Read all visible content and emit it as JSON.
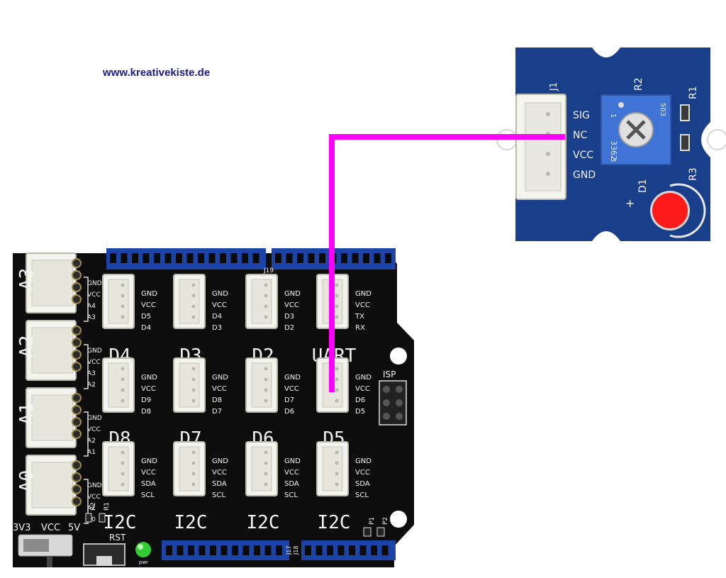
{
  "website": "www.kreativekiste.de",
  "module": {
    "connector": "J1",
    "pins": [
      "SIG",
      "NC",
      "VCC",
      "GND"
    ],
    "pot": {
      "ref": "R2",
      "code1": "3362",
      "code2": "1",
      "code3": "3",
      "code4": "503"
    },
    "resistors": [
      "R1",
      "R3"
    ],
    "led": {
      "ref": "D1",
      "plus": "+"
    }
  },
  "shield": {
    "analog_ports": [
      {
        "name": "A3",
        "pins": [
          "GND",
          "VCC",
          "A4",
          "A3"
        ]
      },
      {
        "name": "A2",
        "pins": [
          "GND",
          "VCC",
          "A3",
          "A2"
        ]
      },
      {
        "name": "A1",
        "pins": [
          "GND",
          "VCC",
          "A2",
          "A1"
        ]
      },
      {
        "name": "A0",
        "pins": [
          "GND",
          "VCC",
          "A1",
          "A0"
        ]
      }
    ],
    "rows": [
      [
        {
          "name": "D4",
          "pins": [
            "GND",
            "VCC",
            "D5",
            "D4"
          ]
        },
        {
          "name": "D3",
          "pins": [
            "GND",
            "VCC",
            "D4",
            "D3"
          ]
        },
        {
          "name": "D2",
          "pins": [
            "GND",
            "VCC",
            "D3",
            "D2"
          ]
        },
        {
          "name": "UART",
          "pins": [
            "GND",
            "VCC",
            "TX",
            "RX"
          ]
        }
      ],
      [
        {
          "name": "D8",
          "pins": [
            "GND",
            "VCC",
            "D9",
            "D8"
          ]
        },
        {
          "name": "D7",
          "pins": [
            "GND",
            "VCC",
            "D8",
            "D7"
          ]
        },
        {
          "name": "D6",
          "pins": [
            "GND",
            "VCC",
            "D7",
            "D6"
          ]
        },
        {
          "name": "D5",
          "pins": [
            "GND",
            "VCC",
            "D6",
            "D5"
          ]
        }
      ],
      [
        {
          "name": "I2C",
          "pins": [
            "GND",
            "VCC",
            "SDA",
            "SCL"
          ]
        },
        {
          "name": "I2C",
          "pins": [
            "GND",
            "VCC",
            "SDA",
            "SCL"
          ]
        },
        {
          "name": "I2C",
          "pins": [
            "GND",
            "VCC",
            "SDA",
            "SCL"
          ]
        },
        {
          "name": "I2C",
          "pins": [
            "GND",
            "VCC",
            "SDA",
            "SCL"
          ]
        }
      ]
    ],
    "isp": "ISP",
    "switch_labels": [
      "3V3",
      "VCC",
      "5V"
    ],
    "reset": "RST",
    "small_refs": [
      "R2",
      "R1",
      "P1",
      "P2",
      "J19",
      "J17",
      "J18",
      "pwr"
    ]
  },
  "colors": {
    "pcb": "#0d0d0d",
    "module_pcb": "#1a3f8a",
    "header": "#1c44a8",
    "wire": "#ff00ff",
    "led": "#ff1a1a",
    "pot": "#3f73d6",
    "power_led": "#33cc33"
  }
}
